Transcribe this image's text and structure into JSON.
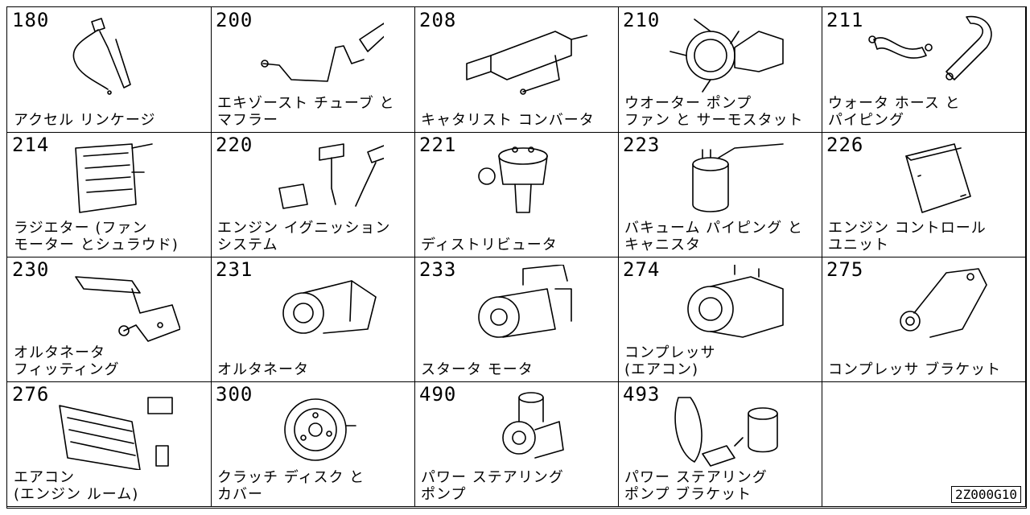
{
  "catalog": {
    "reference_code": "2Z000G10",
    "items": [
      {
        "code": "180",
        "lines": [
          "アクセル リンケージ"
        ],
        "icon": "accelerator-linkage-icon"
      },
      {
        "code": "200",
        "lines": [
          "エキゾースト チューブ と",
          "マフラー"
        ],
        "icon": "exhaust-tube-muffler-icon"
      },
      {
        "code": "208",
        "lines": [
          "キャタリスト コンバータ"
        ],
        "icon": "catalytic-converter-icon"
      },
      {
        "code": "210",
        "lines": [
          "ウオーター ポンプ",
          "ファン と サーモスタット"
        ],
        "icon": "water-pump-fan-icon"
      },
      {
        "code": "211",
        "lines": [
          "ウォータ ホース と",
          "パイピング"
        ],
        "icon": "water-hose-icon"
      },
      {
        "code": "214",
        "lines": [
          "ラジエター (ファン",
          "モーター とシュラウド)"
        ],
        "icon": "radiator-icon"
      },
      {
        "code": "220",
        "lines": [
          "エンジン イグニッション",
          "システム"
        ],
        "icon": "ignition-system-icon"
      },
      {
        "code": "221",
        "lines": [
          "ディストリビュータ"
        ],
        "icon": "distributor-icon"
      },
      {
        "code": "223",
        "lines": [
          "バキューム パイピング と",
          "キャニスタ"
        ],
        "icon": "vacuum-canister-icon"
      },
      {
        "code": "226",
        "lines": [
          "エンジン コントロール",
          "ユニット"
        ],
        "icon": "control-unit-icon"
      },
      {
        "code": "230",
        "lines": [
          "オルタネータ",
          "フィッティング"
        ],
        "icon": "alternator-bracket-icon"
      },
      {
        "code": "231",
        "lines": [
          "オルタネータ"
        ],
        "icon": "alternator-icon"
      },
      {
        "code": "233",
        "lines": [
          "スタータ モータ"
        ],
        "icon": "starter-motor-icon"
      },
      {
        "code": "274",
        "lines": [
          "コンプレッサ",
          "(エアコン)"
        ],
        "icon": "ac-compressor-icon"
      },
      {
        "code": "275",
        "lines": [
          "コンプレッサ ブラケット"
        ],
        "icon": "compressor-bracket-icon"
      },
      {
        "code": "276",
        "lines": [
          "エアコン",
          "(エンジン ルーム)"
        ],
        "icon": "condenser-icon"
      },
      {
        "code": "300",
        "lines": [
          "クラッチ ディスク と",
          "カバー"
        ],
        "icon": "clutch-disc-icon"
      },
      {
        "code": "490",
        "lines": [
          "パワー ステアリング",
          "ポンプ"
        ],
        "icon": "power-steering-pump-icon"
      },
      {
        "code": "493",
        "lines": [
          "パワー ステアリング",
          "ポンプ ブラケット"
        ],
        "icon": "steering-pump-bracket-icon"
      }
    ]
  }
}
